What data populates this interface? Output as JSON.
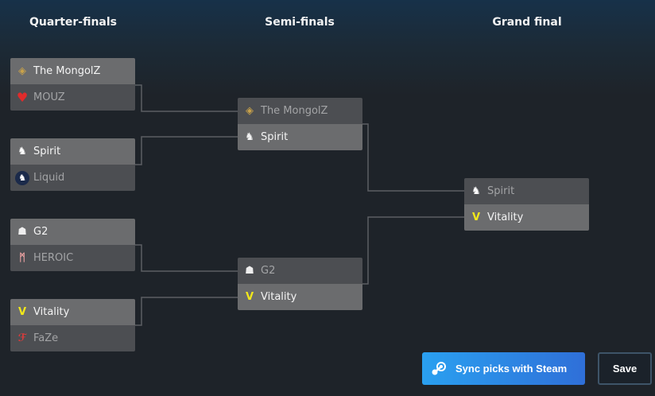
{
  "headers": {
    "qf": "Quarter-finals",
    "sf": "Semi-finals",
    "final": "Grand final"
  },
  "quarterfinals": [
    {
      "team1": {
        "name": "The MongolZ",
        "icon": "mongolz-logo-icon",
        "picked": true
      },
      "team2": {
        "name": "MOUZ",
        "icon": "mouz-logo-icon",
        "picked": false
      }
    },
    {
      "team1": {
        "name": "Spirit",
        "icon": "spirit-logo-icon",
        "picked": true
      },
      "team2": {
        "name": "Liquid",
        "icon": "liquid-logo-icon",
        "picked": false
      }
    },
    {
      "team1": {
        "name": "G2",
        "icon": "g2-logo-icon",
        "picked": true
      },
      "team2": {
        "name": "HEROIC",
        "icon": "heroic-logo-icon",
        "picked": false
      }
    },
    {
      "team1": {
        "name": "Vitality",
        "icon": "vitality-logo-icon",
        "picked": true
      },
      "team2": {
        "name": "FaZe",
        "icon": "faze-logo-icon",
        "picked": false
      }
    }
  ],
  "semifinals": [
    {
      "team1": {
        "name": "The MongolZ",
        "picked": false
      },
      "team2": {
        "name": "Spirit",
        "picked": true
      }
    },
    {
      "team1": {
        "name": "G2",
        "picked": false
      },
      "team2": {
        "name": "Vitality",
        "picked": true
      }
    }
  ],
  "final": {
    "team1": {
      "name": "Spirit",
      "picked": false
    },
    "team2": {
      "name": "Vitality",
      "picked": true
    }
  },
  "buttons": {
    "sync": "Sync picks with Steam",
    "save": "Save"
  },
  "colors": {
    "picked_row": "#6b6c6e",
    "unpicked_row": "#4c4e52",
    "steam_blue": "#2a8ee8"
  }
}
